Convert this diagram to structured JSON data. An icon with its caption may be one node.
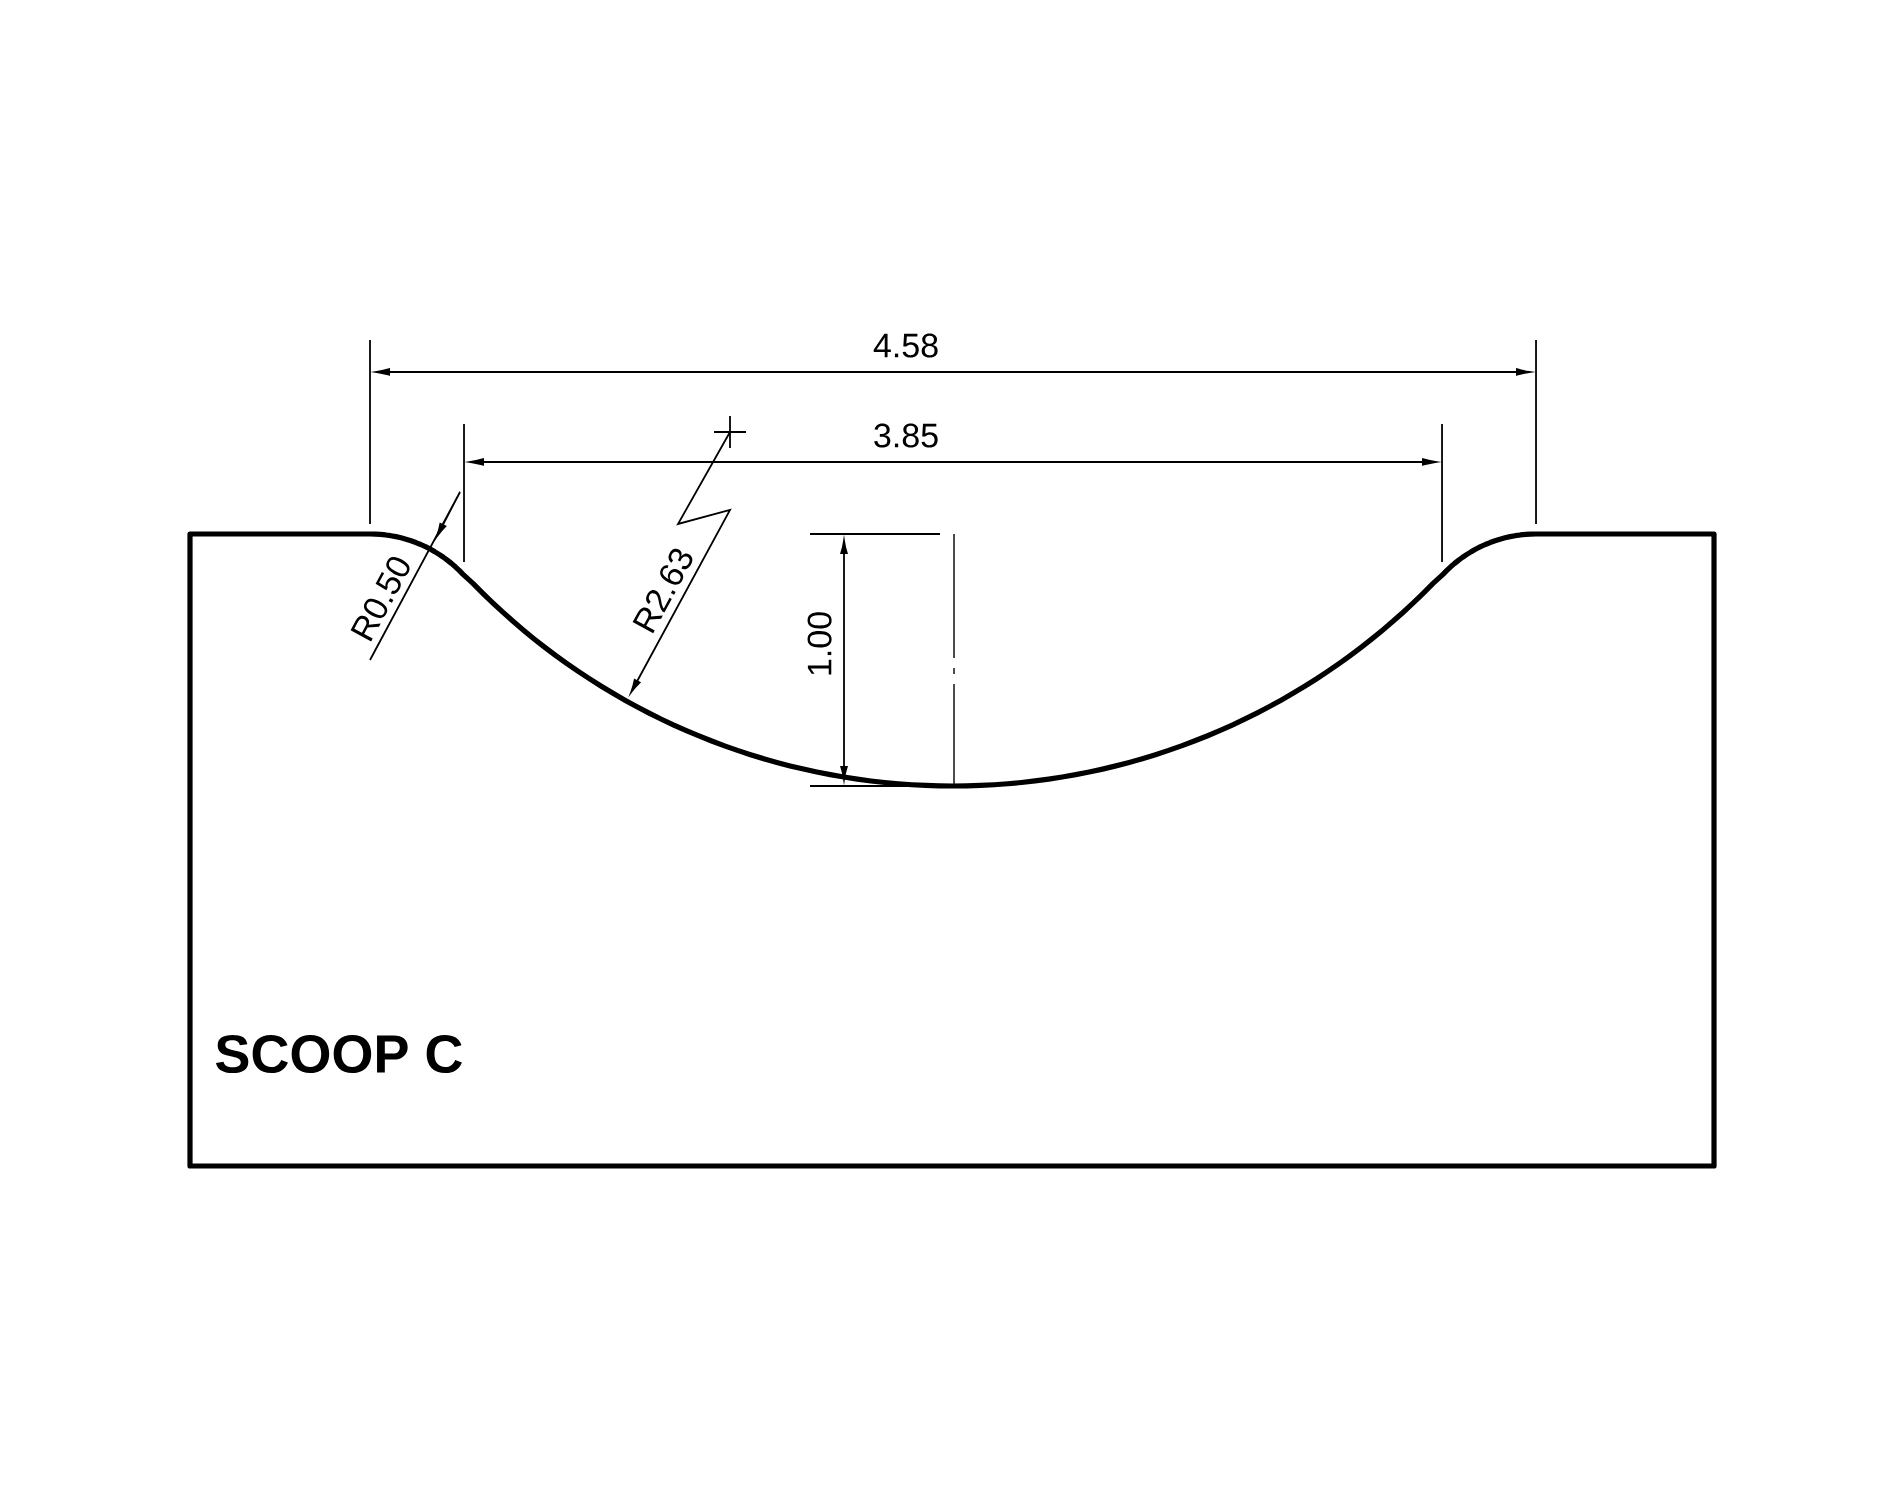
{
  "diagram": {
    "nodes": [
      {
        "text": [
          "SCOOP C"
        ]
      }
    ],
    "labels": [
      "4.58",
      "3.85",
      "R0.50",
      "R2.63",
      "1.00"
    ]
  }
}
